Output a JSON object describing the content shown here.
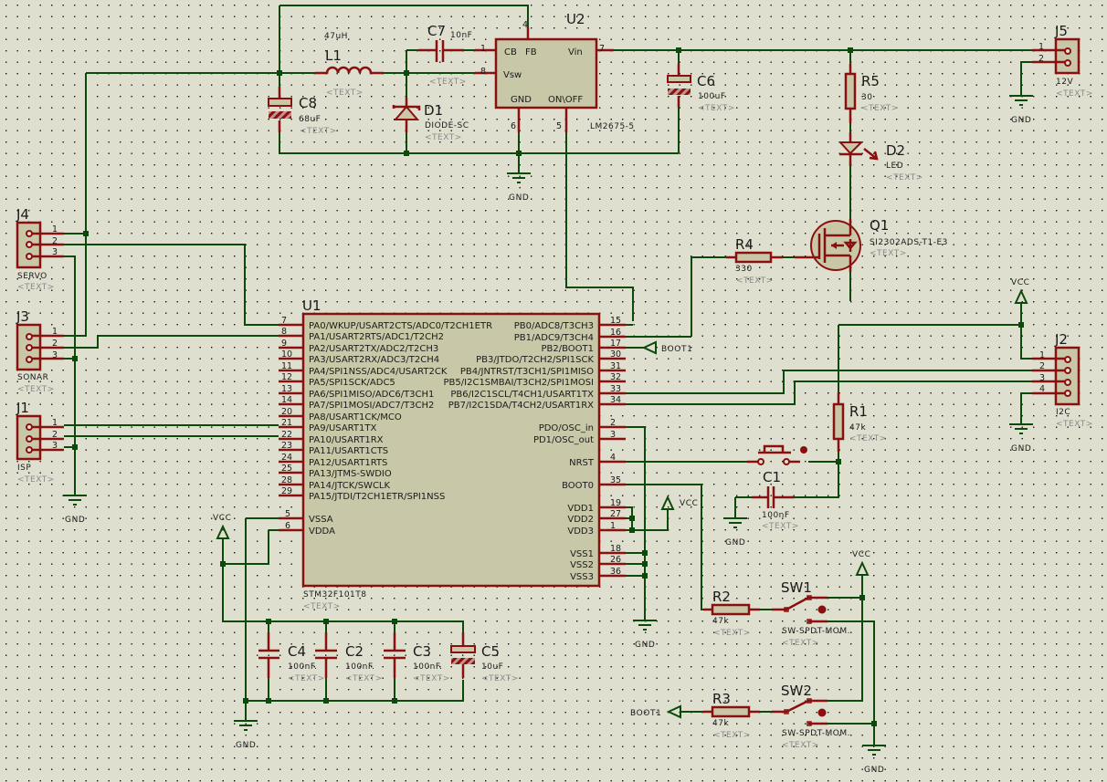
{
  "schematic": {
    "net_labels": {
      "gnd": "GND",
      "vcc": "VCC",
      "boot1": "BOOT1"
    },
    "placeholder": "<TEXT>",
    "u2": {
      "ref": "U2",
      "value": "LM2675-5",
      "pins": {
        "cb": "CB",
        "fb": "FB",
        "vin": "Vin",
        "vsw": "Vsw",
        "gnd": "GND",
        "onoff": "ON\\OFF"
      },
      "pin_numbers": {
        "p1": "1",
        "p4": "4",
        "p7": "7",
        "p8": "8",
        "p6": "6",
        "p5": "5"
      }
    },
    "l1": {
      "ref": "L1",
      "value": "47uH"
    },
    "c7": {
      "ref": "C7",
      "value": "10nF"
    },
    "c8": {
      "ref": "C8",
      "value": "68uF"
    },
    "d1": {
      "ref": "D1",
      "value": "DIODE-SC"
    },
    "c6": {
      "ref": "C6",
      "value": "100uF"
    },
    "r5": {
      "ref": "R5",
      "value": "30"
    },
    "d2": {
      "ref": "D2",
      "value": "LED"
    },
    "q1": {
      "ref": "Q1",
      "value": "SI2302ADS-T1-E3"
    },
    "r4": {
      "ref": "R4",
      "value": "330"
    },
    "j5": {
      "ref": "J5",
      "value": "12V",
      "pins": [
        "1",
        "2"
      ]
    },
    "j4": {
      "ref": "J4",
      "value": "SERVO",
      "pins": [
        "1",
        "2",
        "3"
      ]
    },
    "j3": {
      "ref": "J3",
      "value": "SONAR",
      "pins": [
        "1",
        "2",
        "3"
      ]
    },
    "j1": {
      "ref": "J1",
      "value": "ISP",
      "pins": [
        "1",
        "2",
        "3"
      ]
    },
    "j2": {
      "ref": "J2",
      "value": "I2C",
      "pins": [
        "1",
        "2",
        "3",
        "4"
      ]
    },
    "r1": {
      "ref": "R1",
      "value": "47k"
    },
    "c1": {
      "ref": "C1",
      "value": "100nF"
    },
    "r2": {
      "ref": "R2",
      "value": "47k"
    },
    "r3": {
      "ref": "R3",
      "value": "47k"
    },
    "sw1": {
      "ref": "SW1",
      "value": "SW-SPDT-MOM."
    },
    "sw2": {
      "ref": "SW2",
      "value": "SW-SPDT-MOM."
    },
    "c4": {
      "ref": "C4",
      "value": "100nF."
    },
    "c2": {
      "ref": "C2",
      "value": "100nF."
    },
    "c3": {
      "ref": "C3",
      "value": "100nF."
    },
    "c5": {
      "ref": "C5",
      "value": "10uF"
    },
    "u1": {
      "ref": "U1",
      "value": "STM32F101T8",
      "left_pins": [
        {
          "num": "7",
          "name": "PA0/WKUP/USART2CTS/ADC0/T2CH1ETR"
        },
        {
          "num": "8",
          "name": "PA1/USART2RTS/ADC1/T2CH2"
        },
        {
          "num": "9",
          "name": "PA2/USART2TX/ADC2/T2CH3"
        },
        {
          "num": "10",
          "name": "PA3/USART2RX/ADC3/T2CH4"
        },
        {
          "num": "11",
          "name": "PA4/SPI1NSS/ADC4/USART2CK"
        },
        {
          "num": "12",
          "name": "PA5/SPI1SCK/ADC5"
        },
        {
          "num": "13",
          "name": "PA6/SPI1MISO/ADC6/T3CH1"
        },
        {
          "num": "14",
          "name": "PA7/SPI1MOSI/ADC7/T3CH2"
        },
        {
          "num": "20",
          "name": "PA8/USART1CK/MCO"
        },
        {
          "num": "21",
          "name": "PA9/USART1TX"
        },
        {
          "num": "22",
          "name": "PA10/USART1RX"
        },
        {
          "num": "23",
          "name": "PA11/USART1CTS"
        },
        {
          "num": "24",
          "name": "PA12/USART1RTS"
        },
        {
          "num": "25",
          "name": "PA13/JTMS-SWDIO"
        },
        {
          "num": "28",
          "name": "PA14/JTCK/SWCLK"
        },
        {
          "num": "29",
          "name": "PA15/JTDI/T2CH1ETR/SPI1NSS"
        }
      ],
      "left_power": [
        {
          "num": "5",
          "name": "VSSA"
        },
        {
          "num": "6",
          "name": "VDDA"
        }
      ],
      "right_pins": [
        {
          "num": "15",
          "name": "PB0/ADC8/T3CH3"
        },
        {
          "num": "16",
          "name": "PB1/ADC9/T3CH4"
        },
        {
          "num": "17",
          "name": "PB2/BOOT1"
        },
        {
          "num": "30",
          "name": "PB3/JTDO/T2CH2/SPI1SCK"
        },
        {
          "num": "31",
          "name": "PB4/JNTRST/T3CH1/SPI1MISO"
        },
        {
          "num": "32",
          "name": "PB5/I2C1SMBAI/T3CH2/SPI1MOSI"
        },
        {
          "num": "33",
          "name": "PB6/I2C1SCL/T4CH1/USART1TX"
        },
        {
          "num": "34",
          "name": "PB7/I2C1SDA/T4CH2/USART1RX"
        }
      ],
      "right_misc": [
        {
          "num": "2",
          "name": "PDO/OSC_in"
        },
        {
          "num": "3",
          "name": "PD1/OSC_out"
        },
        {
          "num": "4",
          "name": "NRST"
        },
        {
          "num": "35",
          "name": "BOOT0"
        }
      ],
      "right_power": [
        {
          "num": "19",
          "name": "VDD1"
        },
        {
          "num": "27",
          "name": "VDD2"
        },
        {
          "num": "1",
          "name": "VDD3"
        },
        {
          "num": "18",
          "name": "VSS1"
        },
        {
          "num": "26",
          "name": "VSS2"
        },
        {
          "num": "36",
          "name": "VSS3"
        }
      ]
    }
  }
}
